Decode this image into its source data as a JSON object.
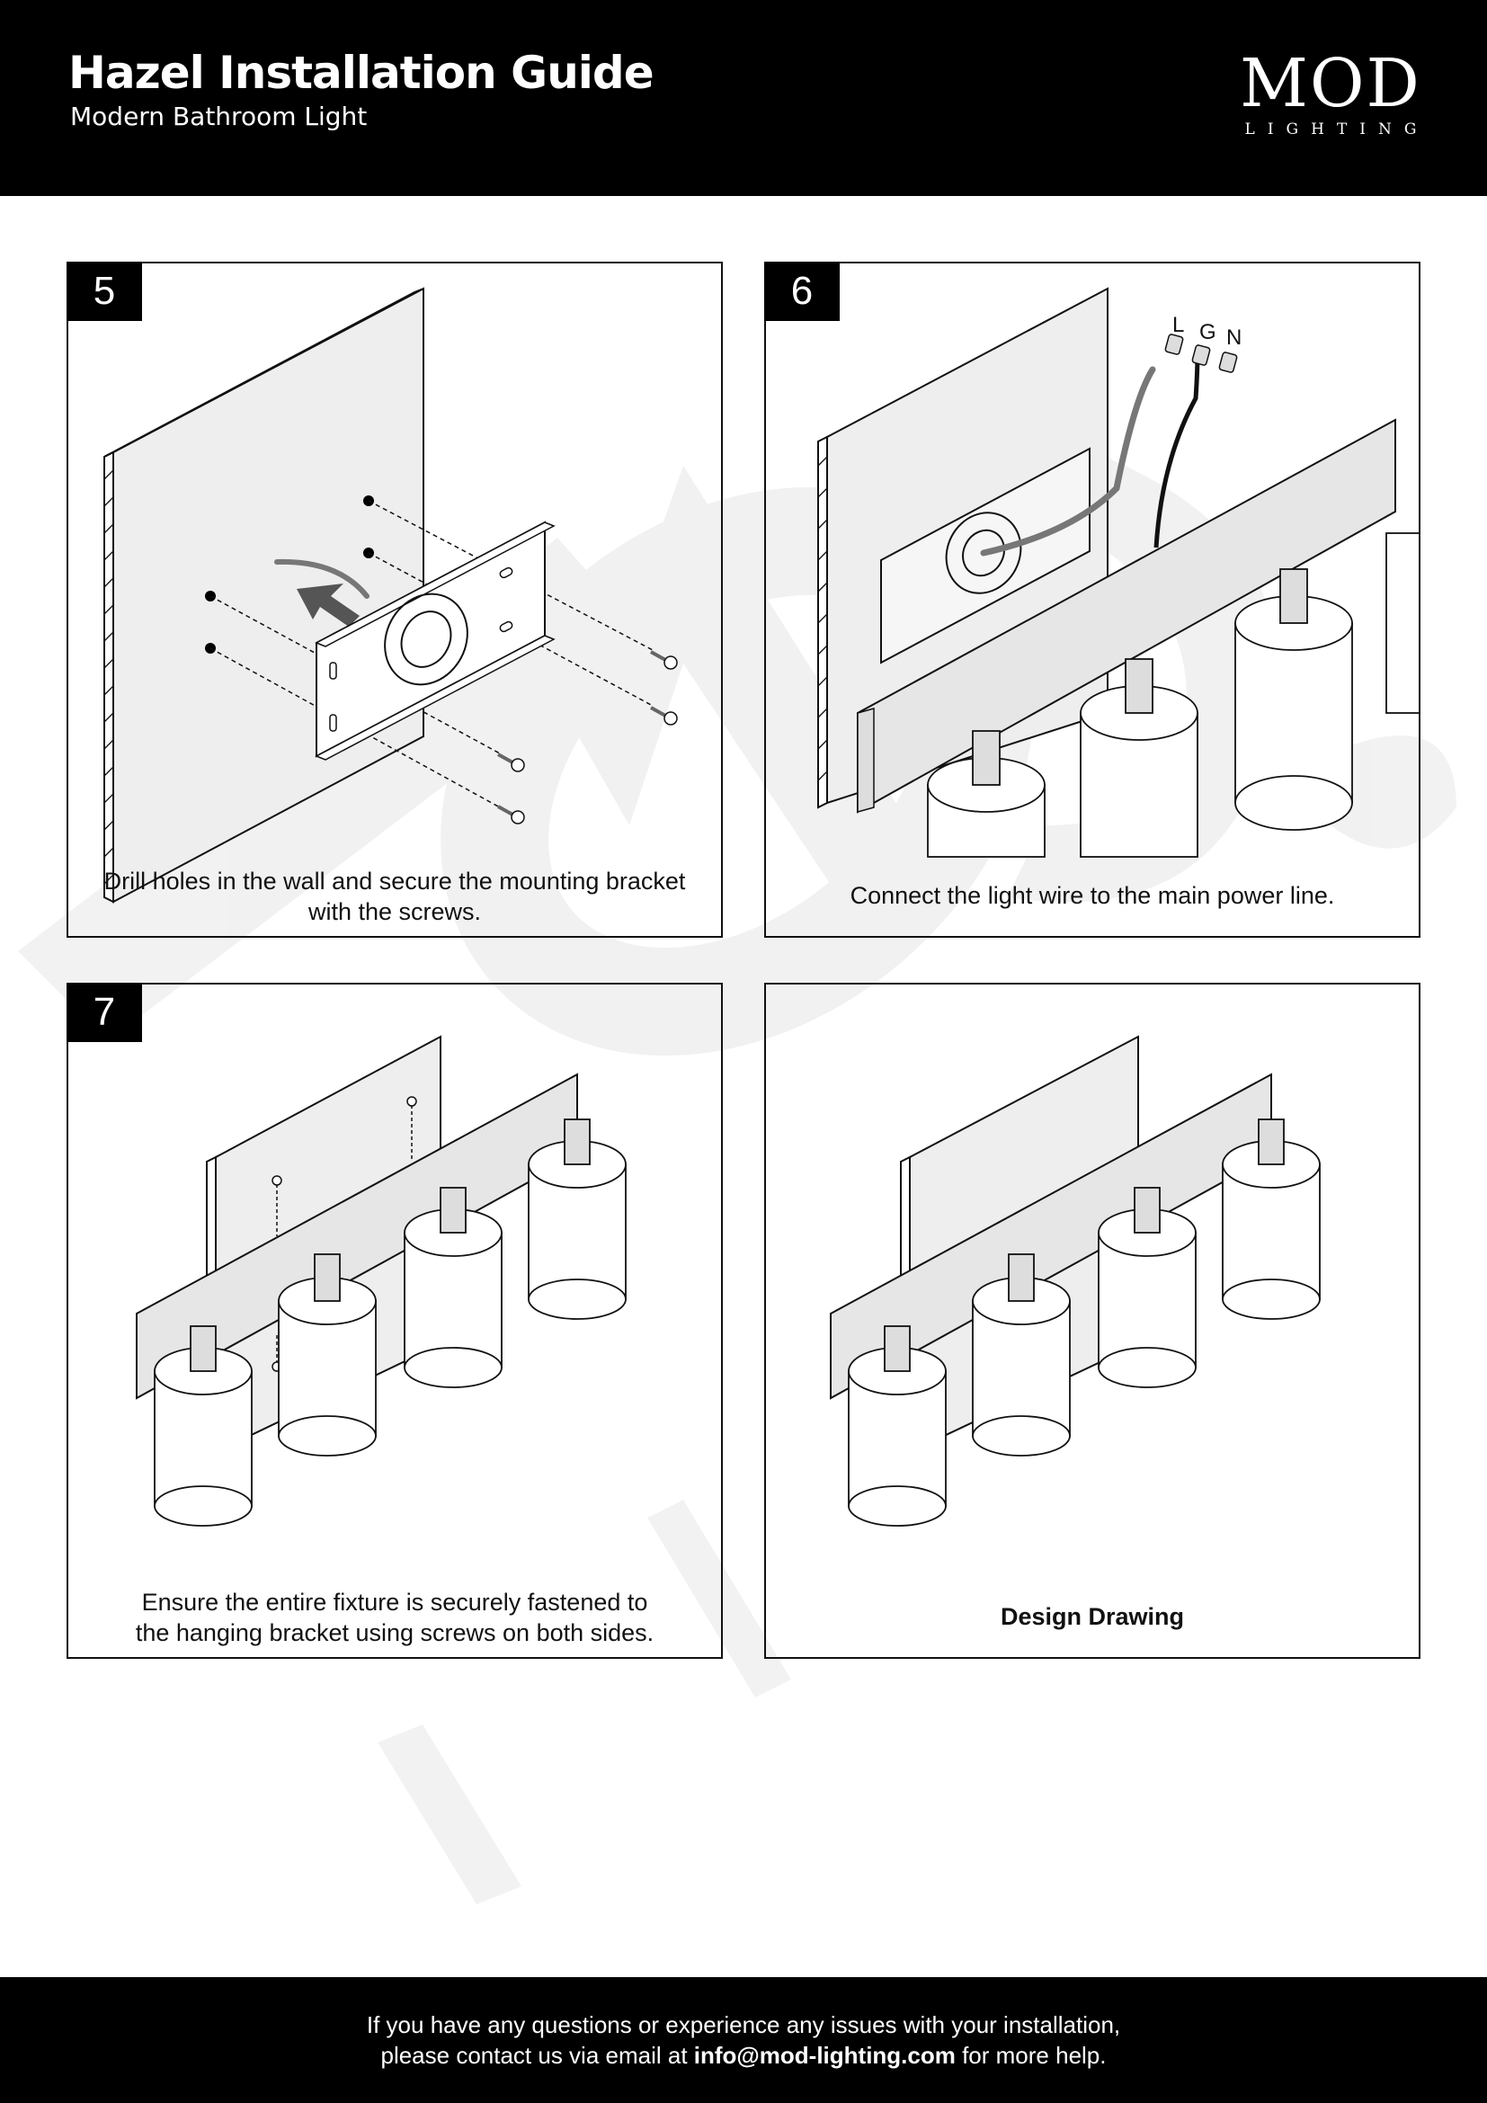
{
  "header": {
    "title": "Hazel Installation Guide",
    "subtitle": "Modern Bathroom Light",
    "logo": {
      "wordmark": "MOD",
      "tagline": "LIGHTING"
    }
  },
  "watermark": {
    "text": "MOD LIGHTING"
  },
  "steps": [
    {
      "number": "5",
      "caption": "Drill holes in the wall and secure the mounting bracket with the screws.",
      "illustration": "wall-bracket-screws"
    },
    {
      "number": "6",
      "caption": "Connect the light wire to the main power line.",
      "illustration": "wire-connection",
      "wire_labels": [
        "L",
        "G",
        "N"
      ]
    },
    {
      "number": "7",
      "caption": "Ensure the entire fixture is securely fastened to the hanging bracket using screws on both sides.",
      "illustration": "fixture-fastening"
    },
    {
      "number": "",
      "caption": "Design Drawing",
      "illustration": "design-drawing"
    }
  ],
  "footer": {
    "line1": "If you have any questions or experience any issues with your installation,",
    "line2_prefix": "please contact us via email at ",
    "email": "info@mod-lighting.com",
    "line2_suffix": " for more help."
  }
}
